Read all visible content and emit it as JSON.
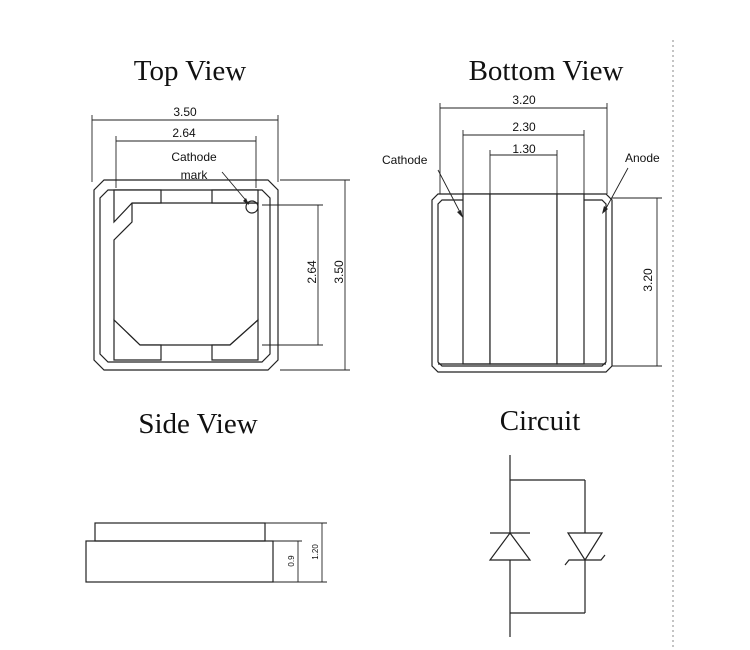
{
  "views": {
    "top": {
      "title": "Top View",
      "dim_outer_width": "3.50",
      "dim_inner_width": "2.64",
      "dim_inner_height": "2.64",
      "dim_outer_height": "3.50",
      "cathode_mark_line1": "Cathode",
      "cathode_mark_line2": "mark"
    },
    "bottom": {
      "title": "Bottom View",
      "dim_outer_width": "3.20",
      "dim_mid_width": "2.30",
      "dim_inner_width": "1.30",
      "dim_height": "3.20",
      "cathode_label": "Cathode",
      "anode_label": "Anode"
    },
    "side": {
      "title": "Side View",
      "dim_body_height": "0.9",
      "dim_total_height": "1.20"
    },
    "circuit": {
      "title": "Circuit"
    }
  }
}
